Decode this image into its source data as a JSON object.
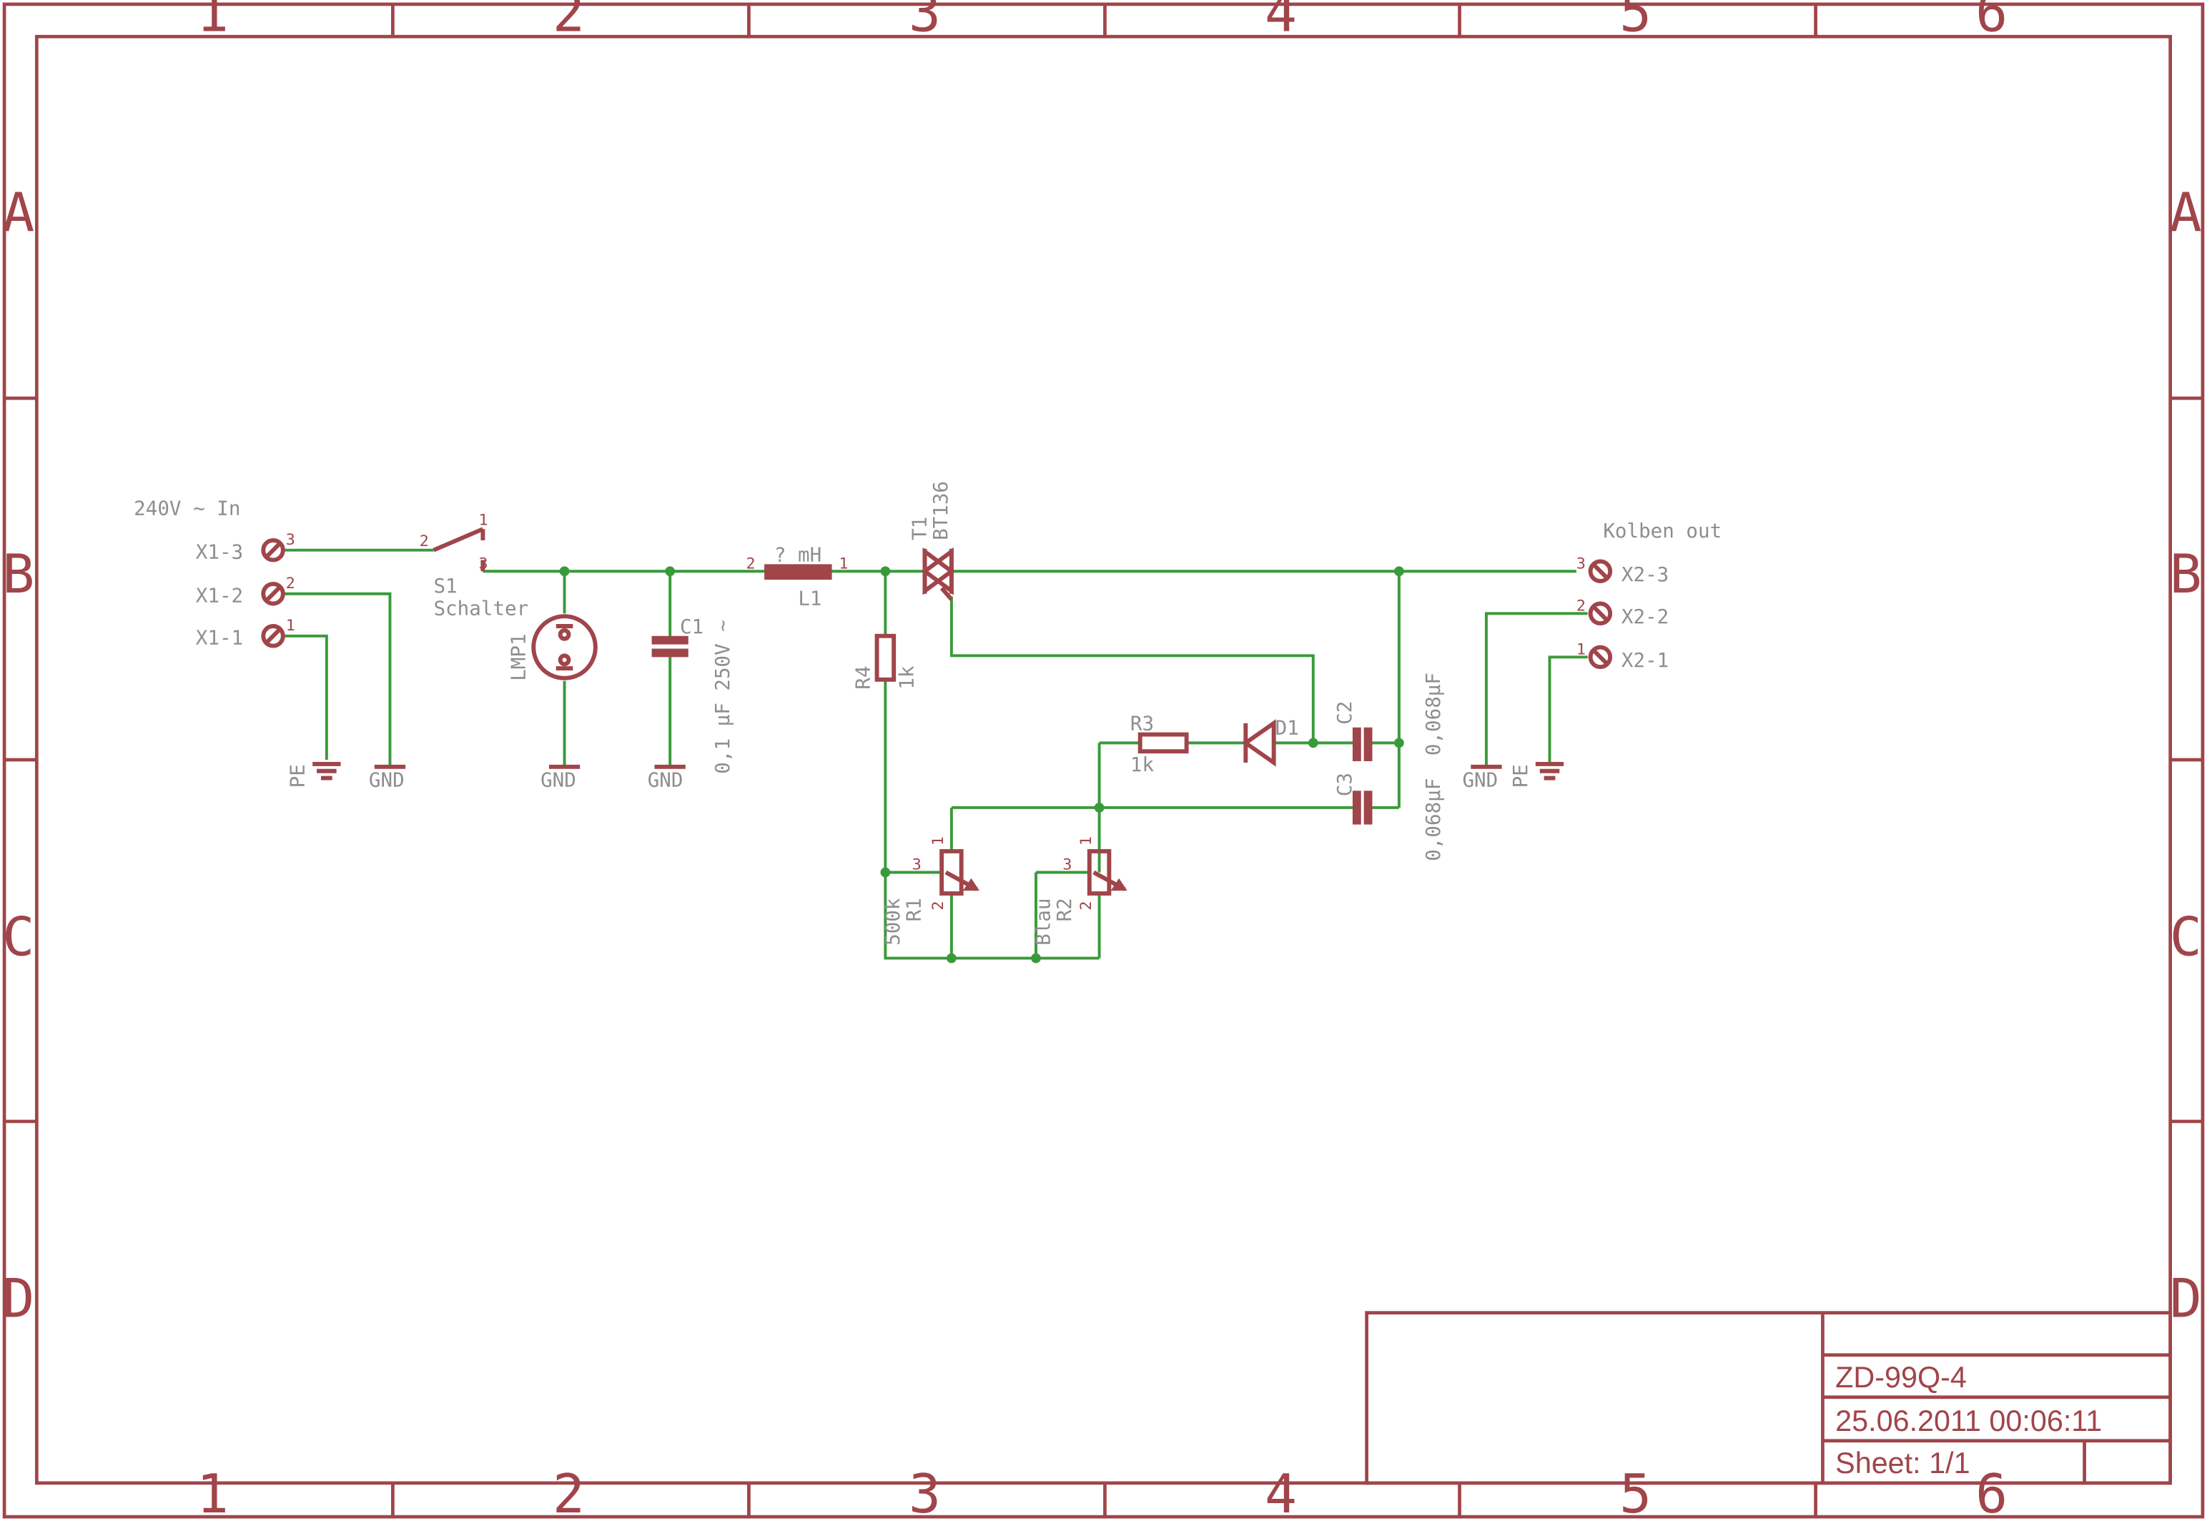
{
  "frame": {
    "columns": [
      "1",
      "2",
      "3",
      "4",
      "5",
      "6"
    ],
    "rows": [
      "A",
      "B",
      "C",
      "D"
    ]
  },
  "title_block": {
    "drawing": "ZD-99Q-4",
    "datetime": "25.06.2011 00:06:11",
    "sheet": "Sheet: 1/1"
  },
  "labels": {
    "input_heading": "240V ~  In",
    "x1_3": "X1-3",
    "x1_2": "X1-2",
    "x1_1": "X1-1",
    "pe": "PE",
    "gnd": "GND",
    "s1_name": "S1",
    "s1_value": "Schalter",
    "lmp1": "LMP1",
    "c1_name": "C1",
    "c1_value": "0,1 µF 250V ~",
    "l1_value": "? mH",
    "l1_name": "L1",
    "t1_name": "T1",
    "t1_value": "BT136",
    "r4_name": "R4",
    "r4_value": "1k",
    "r3_name": "R3",
    "r3_value": "1k",
    "d1_name": "D1",
    "c2_name": "C2",
    "c2_value": "0,068µF",
    "c3_name": "C3",
    "c3_value": "0,068µF",
    "r1_name": "R1",
    "r1_value": "500k",
    "r2_name": "R2",
    "r2_value": "Blau",
    "output_heading": "Kolben out",
    "x2_3": "X2-3",
    "x2_2": "X2-2",
    "x2_1": "X2-1"
  },
  "pins": {
    "p1": "1",
    "p2": "2",
    "p3": "3"
  },
  "colors": {
    "symbol": "#a0454a",
    "wire": "#3a9a3a",
    "text": "#8e8e8e"
  }
}
